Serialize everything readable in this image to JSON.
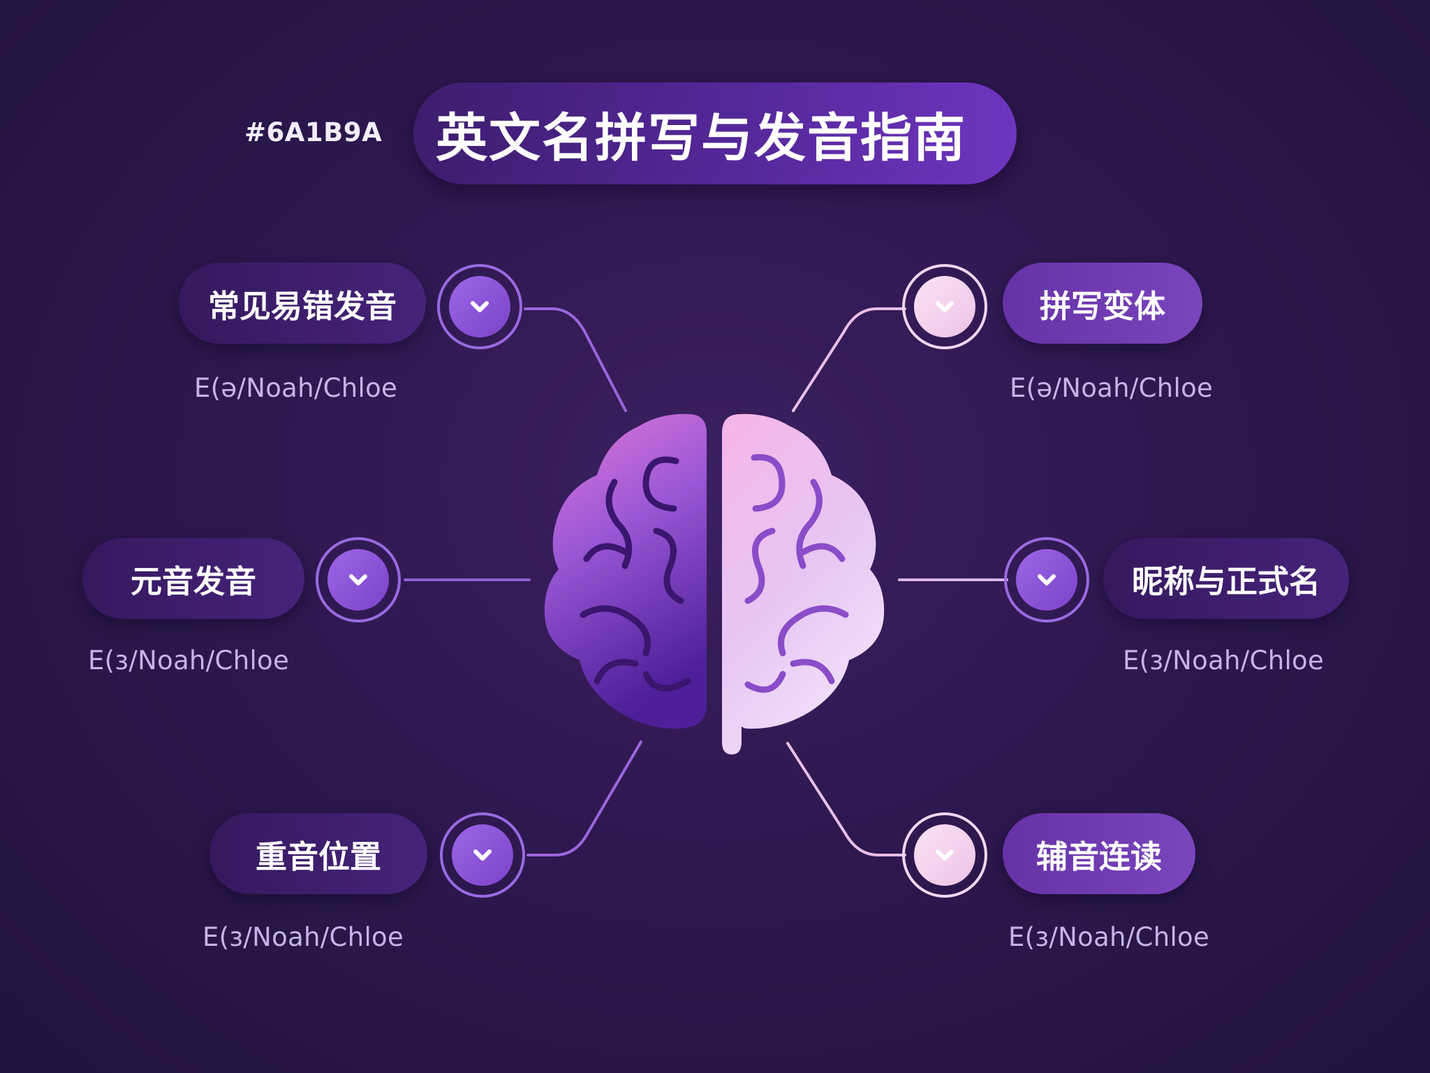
{
  "hex_label": "#6A1B9A",
  "title": "英文名拼写与发音指南",
  "nodes": [
    {
      "label": "常见易错发音",
      "subtitle": "E(ə/Noah/Chloe",
      "icon": "chevron-down-icon"
    },
    {
      "label": "拼写变体",
      "subtitle": "E(ə/Noah/Chloe",
      "icon": "chevron-down-icon"
    },
    {
      "label": "元音发音",
      "subtitle": "E(ɜ/Noah/Chloe",
      "icon": "chevron-down-icon"
    },
    {
      "label": "昵称与正式名",
      "subtitle": "E(ɜ/Noah/Chloe",
      "icon": "chevron-down-icon"
    },
    {
      "label": "重音位置",
      "subtitle": "E(ɜ/Noah/Chloe",
      "icon": "chevron-down-icon"
    },
    {
      "label": "辅音连读",
      "subtitle": "E(ɜ/Noah/Chloe",
      "icon": "chevron-down-icon"
    }
  ],
  "center_icon": "brain-icon",
  "colors": {
    "background": "#2a1648",
    "accent_purple": "#8a55d6",
    "accent_pink": "#f2cfe8",
    "pill_dark": "#3d1d6e",
    "pill_light": "#6e35bf"
  }
}
